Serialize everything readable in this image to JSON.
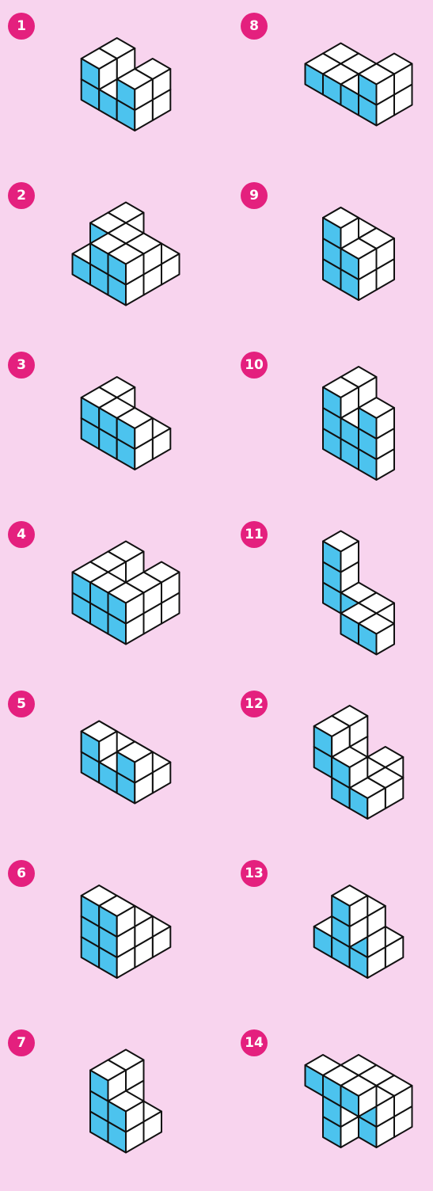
{
  "labels": [
    "1",
    "2",
    "3",
    "4",
    "5",
    "6",
    "7",
    "8",
    "9",
    "10",
    "11",
    "12",
    "13",
    "14"
  ],
  "colors": {
    "background": "#f8d4ee",
    "badge": "#e4207e",
    "cube_face": "#ffffff",
    "cube_front": "#4cc3ee",
    "outline": "#111111"
  },
  "figures": [
    {
      "label": "1",
      "cubes": [
        [
          0,
          0,
          0
        ],
        [
          0,
          0,
          1
        ],
        [
          0,
          1,
          0
        ],
        [
          0,
          1,
          1
        ],
        [
          1,
          0,
          0
        ],
        [
          1,
          1,
          0
        ],
        [
          2,
          0,
          0
        ],
        [
          2,
          1,
          0
        ],
        [
          2,
          0,
          1
        ],
        [
          2,
          1,
          1
        ]
      ]
    },
    {
      "label": "2",
      "cubes": [
        [
          0,
          0,
          0
        ],
        [
          0,
          1,
          0
        ],
        [
          0,
          2,
          0
        ],
        [
          0,
          0,
          1
        ],
        [
          0,
          1,
          1
        ],
        [
          1,
          0,
          0
        ],
        [
          1,
          1,
          0
        ],
        [
          1,
          2,
          0
        ],
        [
          1,
          1,
          1
        ],
        [
          1,
          2,
          1
        ],
        [
          2,
          0,
          0
        ],
        [
          2,
          1,
          0
        ],
        [
          2,
          2,
          0
        ],
        [
          2,
          1,
          1
        ],
        [
          2,
          2,
          1
        ]
      ]
    },
    {
      "label": "3",
      "cubes": [
        [
          0,
          0,
          0
        ],
        [
          0,
          1,
          0
        ],
        [
          0,
          0,
          1
        ],
        [
          0,
          1,
          1
        ],
        [
          1,
          0,
          0
        ],
        [
          1,
          1,
          0
        ],
        [
          1,
          1,
          1
        ],
        [
          2,
          0,
          0
        ],
        [
          2,
          1,
          0
        ],
        [
          2,
          1,
          1
        ]
      ]
    },
    {
      "label": "4",
      "cubes": [
        [
          0,
          0,
          0
        ],
        [
          0,
          1,
          0
        ],
        [
          0,
          2,
          0
        ],
        [
          0,
          0,
          1
        ],
        [
          0,
          1,
          1
        ],
        [
          0,
          2,
          1
        ],
        [
          1,
          2,
          0
        ],
        [
          1,
          2,
          1
        ],
        [
          2,
          0,
          0
        ],
        [
          2,
          1,
          0
        ],
        [
          2,
          2,
          0
        ],
        [
          2,
          0,
          1
        ],
        [
          2,
          1,
          1
        ],
        [
          2,
          2,
          1
        ]
      ]
    },
    {
      "label": "5",
      "cubes": [
        [
          0,
          0,
          0
        ],
        [
          1,
          0,
          0
        ],
        [
          2,
          0,
          0
        ],
        [
          3,
          0,
          0
        ],
        [
          1,
          1,
          0
        ],
        [
          2,
          1,
          0
        ],
        [
          3,
          1,
          0
        ],
        [
          1,
          1,
          1
        ],
        [
          3,
          1,
          1
        ]
      ]
    },
    {
      "label": "6",
      "cubes": [
        [
          0,
          0,
          0
        ],
        [
          1,
          0,
          0
        ],
        [
          0,
          1,
          0
        ],
        [
          1,
          1,
          0
        ],
        [
          0,
          1,
          1
        ],
        [
          1,
          1,
          1
        ],
        [
          0,
          2,
          0
        ],
        [
          1,
          2,
          0
        ],
        [
          0,
          2,
          1
        ],
        [
          1,
          2,
          1
        ],
        [
          0,
          2,
          2
        ],
        [
          1,
          2,
          2
        ]
      ]
    },
    {
      "label": "7",
      "cubes": [
        [
          0,
          0,
          0
        ],
        [
          0,
          0,
          1
        ],
        [
          0,
          0,
          2
        ],
        [
          0,
          1,
          0
        ],
        [
          0,
          1,
          1
        ],
        [
          0,
          1,
          2
        ],
        [
          1,
          1,
          0
        ],
        [
          1,
          1,
          1
        ],
        [
          1,
          0,
          0
        ]
      ]
    },
    {
      "label": "8",
      "cubes": [
        [
          0,
          0,
          0
        ],
        [
          1,
          0,
          0
        ],
        [
          2,
          0,
          0
        ],
        [
          3,
          0,
          0
        ],
        [
          0,
          1,
          0
        ],
        [
          1,
          1,
          0
        ],
        [
          2,
          1,
          0
        ],
        [
          3,
          1,
          0
        ],
        [
          3,
          0,
          1
        ],
        [
          3,
          1,
          1
        ]
      ]
    },
    {
      "label": "9",
      "cubes": [
        [
          0,
          0,
          0
        ],
        [
          0,
          0,
          1
        ],
        [
          1,
          0,
          0
        ],
        [
          1,
          0,
          1
        ],
        [
          1,
          1,
          0
        ],
        [
          1,
          1,
          1
        ],
        [
          1,
          1,
          2
        ],
        [
          2,
          0,
          0
        ],
        [
          2,
          0,
          1
        ],
        [
          2,
          1,
          0
        ],
        [
          2,
          1,
          1
        ]
      ]
    },
    {
      "label": "10",
      "cubes": [
        [
          0,
          0,
          0
        ],
        [
          0,
          0,
          1
        ],
        [
          0,
          0,
          2
        ],
        [
          0,
          1,
          0
        ],
        [
          0,
          1,
          1
        ],
        [
          0,
          1,
          2
        ],
        [
          1,
          0,
          0
        ],
        [
          1,
          1,
          0
        ],
        [
          1,
          1,
          1
        ],
        [
          2,
          1,
          0
        ],
        [
          2,
          1,
          1
        ],
        [
          2,
          1,
          2
        ]
      ]
    },
    {
      "label": "11",
      "cubes": [
        [
          0,
          0,
          0
        ],
        [
          0,
          0,
          1
        ],
        [
          0,
          0,
          2
        ],
        [
          1,
          0,
          0
        ],
        [
          2,
          0,
          0
        ],
        [
          2,
          1,
          0
        ],
        [
          3,
          1,
          0
        ]
      ]
    },
    {
      "label": "12",
      "cubes": [
        [
          0,
          0,
          0
        ],
        [
          0,
          0,
          1
        ],
        [
          0,
          0,
          2
        ],
        [
          0,
          1,
          1
        ],
        [
          0,
          1,
          2
        ],
        [
          1,
          0,
          0
        ],
        [
          1,
          1,
          0
        ],
        [
          1,
          1,
          1
        ],
        [
          2,
          0,
          0
        ],
        [
          2,
          1,
          0
        ],
        [
          1,
          -1,
          0
        ]
      ]
    },
    {
      "label": "13",
      "cubes": [
        [
          0,
          0,
          0
        ],
        [
          1,
          0,
          0
        ],
        [
          2,
          0,
          0
        ],
        [
          0,
          1,
          0
        ],
        [
          1,
          1,
          0
        ],
        [
          2,
          1,
          0
        ],
        [
          2,
          1,
          1
        ],
        [
          2,
          1,
          2
        ],
        [
          2,
          2,
          2
        ],
        [
          2,
          2,
          3
        ]
      ]
    },
    {
      "label": "14",
      "cubes": [
        [
          0,
          0,
          0
        ],
        [
          1,
          0,
          0
        ],
        [
          2,
          0,
          0
        ],
        [
          0,
          1,
          0
        ],
        [
          1,
          1,
          0
        ],
        [
          2,
          1,
          0
        ],
        [
          0,
          0,
          1
        ],
        [
          1,
          0,
          1
        ],
        [
          2,
          0,
          1
        ],
        [
          0,
          1,
          1
        ],
        [
          1,
          1,
          1
        ],
        [
          2,
          1,
          1
        ],
        [
          1,
          2,
          0
        ],
        [
          1,
          2,
          1
        ],
        [
          1,
          2,
          2
        ],
        [
          0,
          2,
          2
        ],
        [
          2,
          2,
          2
        ]
      ]
    }
  ]
}
